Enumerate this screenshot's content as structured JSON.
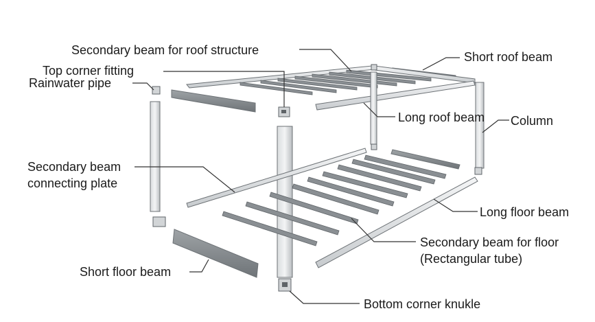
{
  "labels": {
    "secondary_beam_roof": "Secondary beam for roof structure",
    "top_corner_fitting": "Top corner fitting",
    "rainwater_pipe": "Rainwater pipe",
    "short_roof_beam": "Short roof beam",
    "long_roof_beam": "Long roof beam",
    "column": "Column",
    "secondary_beam_plate_line1": "Secondary beam",
    "secondary_beam_plate_line2": "connecting plate",
    "long_floor_beam": "Long floor beam",
    "secondary_beam_floor_line1": "Secondary beam for floor",
    "secondary_beam_floor_line2": "(Rectangular tube)",
    "short_floor_beam": "Short floor beam",
    "bottom_corner": "Bottom corner knukle"
  },
  "colors": {
    "beam_light": "#eef0f1",
    "beam_mid": "#c9cdd0",
    "beam_dark": "#8a8f93",
    "outline": "#6c7175",
    "leader": "#333333"
  }
}
